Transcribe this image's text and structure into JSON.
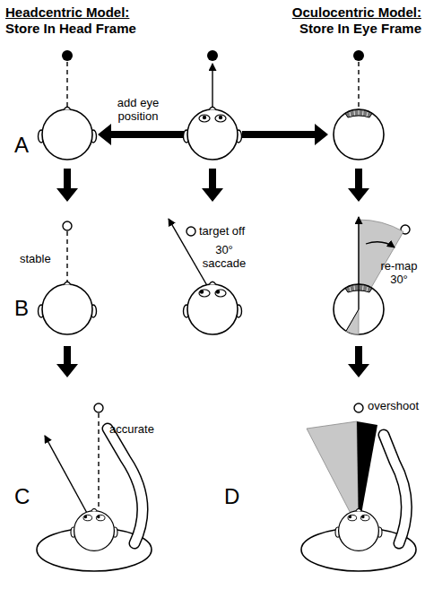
{
  "diagram": {
    "labels": [
      "Headcentric Model:",
      "Store In Head Frame",
      "Oculocentric Model:",
      "Store In Eye Frame",
      "A",
      "add eye position",
      "B",
      "target off",
      "30° saccade",
      "stable",
      "re-map 30°",
      "C",
      "accurate",
      "D",
      "overshoot"
    ]
  }
}
